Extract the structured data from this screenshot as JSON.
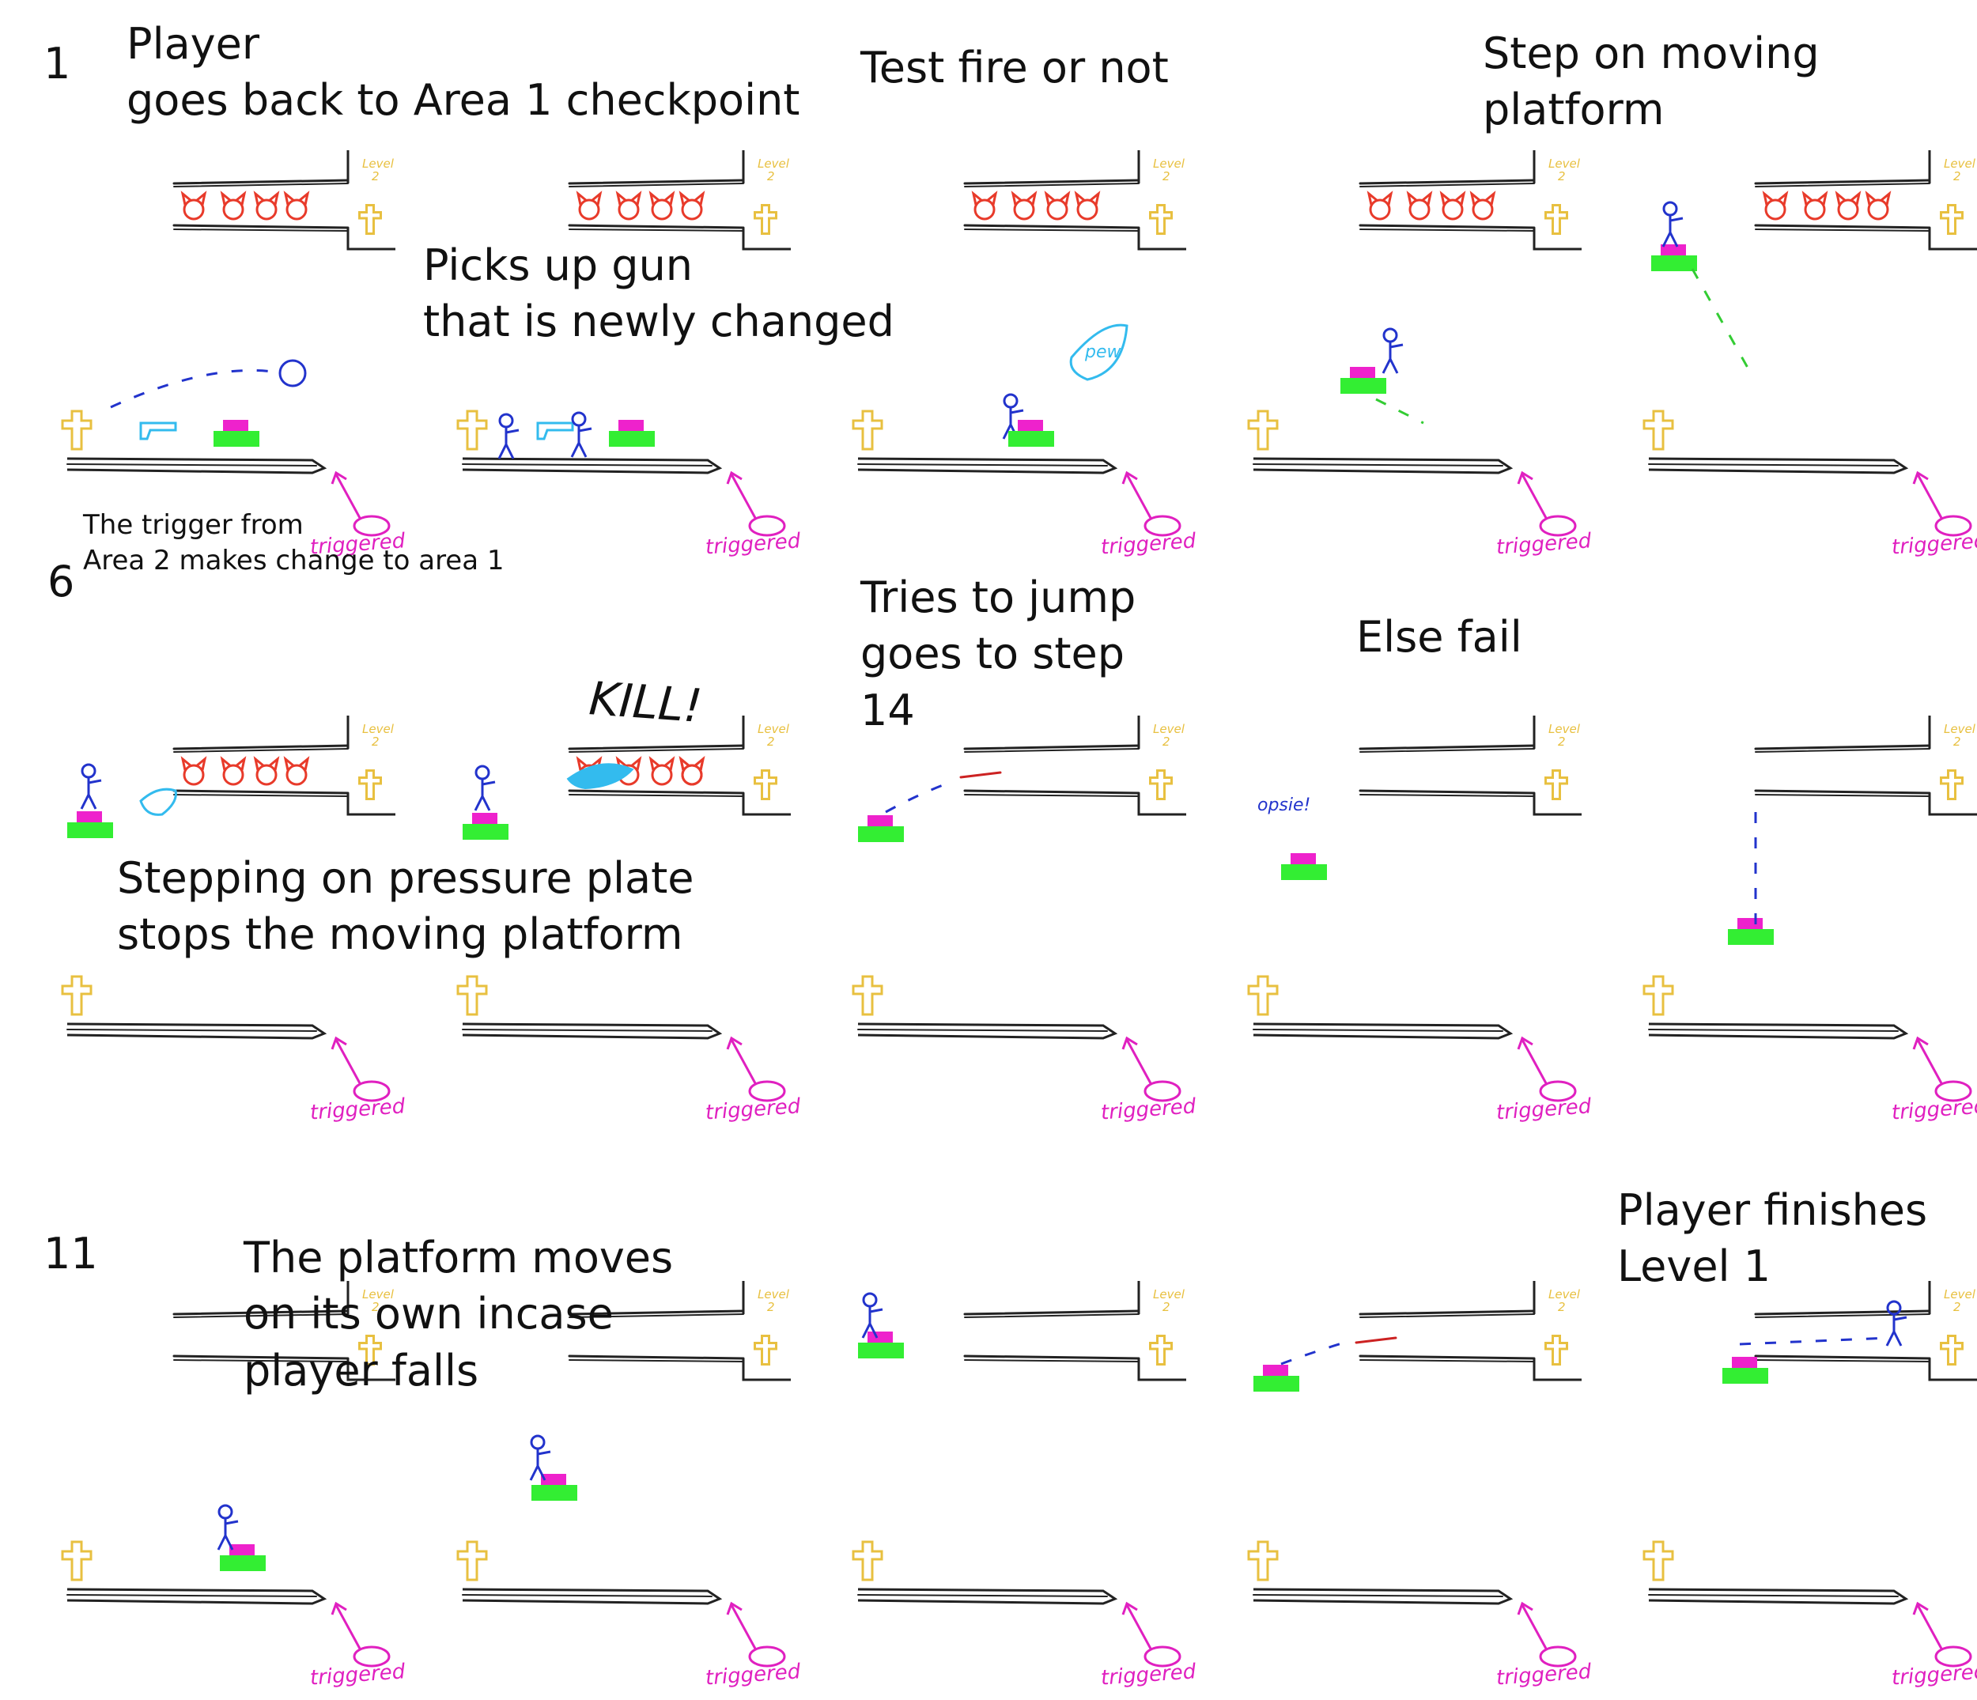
{
  "step_numbers": {
    "row1": "1",
    "row2": "6",
    "row3": "11"
  },
  "captions": {
    "p1": "Player\ngoes back to Area 1 checkpoint",
    "p2": "Picks up gun\nthat is newly changed",
    "p3": "Test fire or not",
    "p4": "Step on moving\nplatform",
    "note_trigger": "The trigger from\nArea 2 makes change to area 1",
    "kill": "KILL!",
    "p8": "Tries to jump\ngoes to step\n14",
    "p9": "Else fail",
    "p6_8": "Stepping on pressure plate\nstops the moving platform",
    "p11": "The platform moves\non its own incase\nplayer falls",
    "p15": "Player finishes\nLevel 1"
  },
  "sketch_labels": {
    "level2": "Level\n2",
    "triggered": "triggered",
    "pew": "pew",
    "oopsie": "opsie!"
  },
  "colors": {
    "platform_green": "#33ee33",
    "plate_magenta": "#ee22cc",
    "player_blue": "#2233cc",
    "enemy_red": "#e83a2a",
    "cross_gold": "#e8c040",
    "trigger_pink": "#e020c0",
    "shot_cyan": "#33bbee"
  }
}
